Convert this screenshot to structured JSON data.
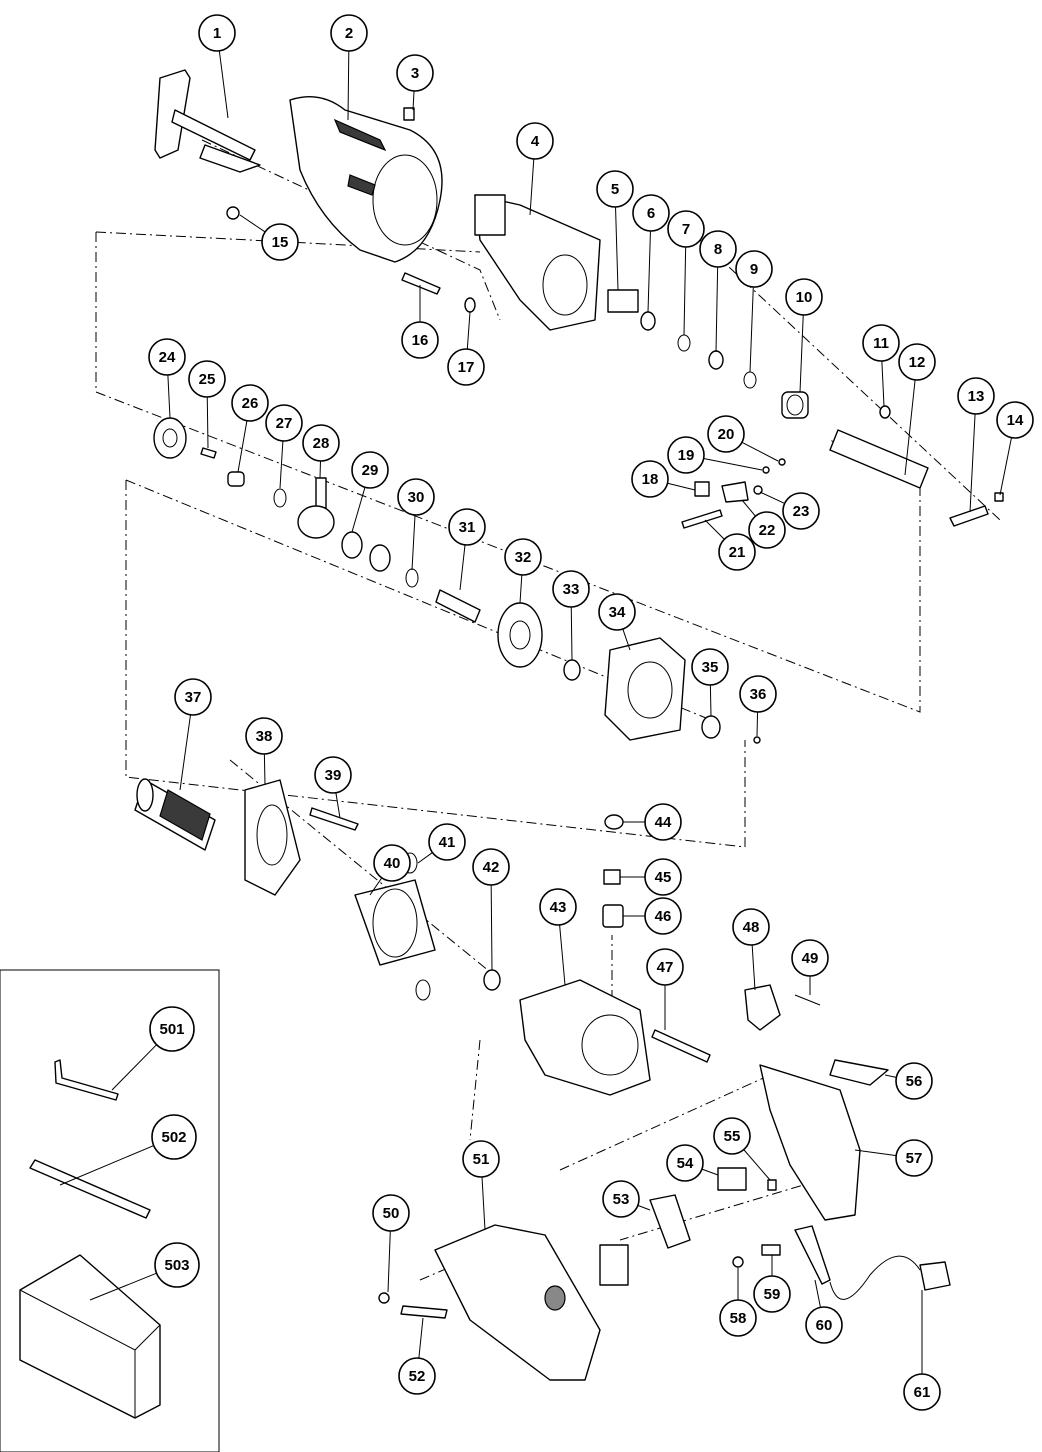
{
  "diagram": {
    "callouts": [
      "1",
      "2",
      "3",
      "4",
      "5",
      "6",
      "7",
      "8",
      "9",
      "10",
      "11",
      "12",
      "13",
      "14",
      "15",
      "16",
      "17",
      "18",
      "19",
      "20",
      "21",
      "22",
      "23",
      "24",
      "25",
      "26",
      "27",
      "28",
      "29",
      "30",
      "31",
      "32",
      "33",
      "34",
      "35",
      "36",
      "37",
      "38",
      "39",
      "40",
      "41",
      "42",
      "43",
      "44",
      "45",
      "46",
      "47",
      "48",
      "49",
      "50",
      "51",
      "52",
      "53",
      "54",
      "55",
      "56",
      "57",
      "58",
      "59",
      "60",
      "61",
      "501",
      "502",
      "503"
    ]
  }
}
